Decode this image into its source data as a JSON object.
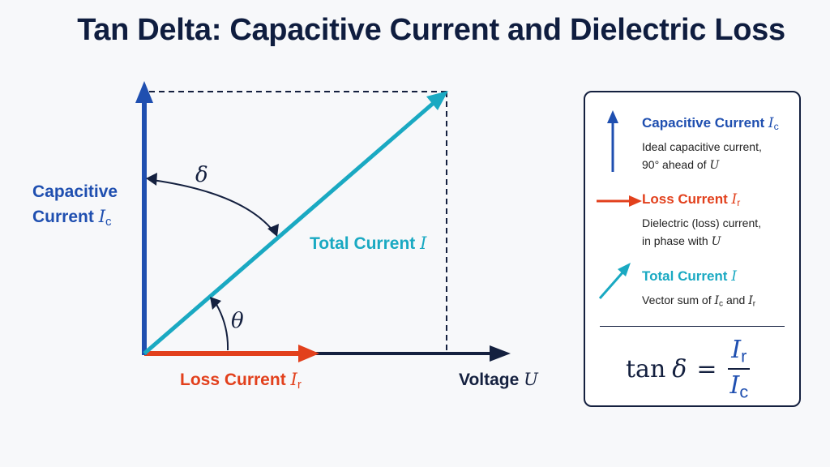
{
  "title": "Tan Delta: Capacitive Current and Dielectric Loss",
  "diagram": {
    "capacitive_label_line1": "Capacitive",
    "capacitive_label_line2": "Current",
    "capacitive_symbol": "I",
    "capacitive_sub": "c",
    "loss_label": "Loss Current",
    "loss_symbol": "I",
    "loss_sub": "r",
    "voltage_label": "Voltage",
    "voltage_symbol": "U",
    "total_label": "Total Current",
    "total_symbol": "I",
    "delta": "δ",
    "theta": "θ",
    "colors": {
      "capacitive": "#1f4fb0",
      "loss": "#e2401c",
      "total": "#1aa9c2",
      "voltage": "#14203f"
    }
  },
  "legend": {
    "items": [
      {
        "title": "Capacitive Current",
        "symbol": "I",
        "sub": "c",
        "desc_line1": "Ideal capacitive current,",
        "desc_line2": "90° ahead of",
        "desc_symbol": "U"
      },
      {
        "title": "Loss Current",
        "symbol": "I",
        "sub": "r",
        "desc_line1": "Dielectric (loss) current,",
        "desc_line2": "in phase with",
        "desc_symbol": "U"
      },
      {
        "title": "Total Current",
        "symbol": "I",
        "desc_prefix": "Vector sum of",
        "desc_sym1": "I",
        "desc_sub1": "c",
        "desc_and": "and",
        "desc_sym2": "I",
        "desc_sub2": "r"
      }
    ],
    "formula": {
      "fn": "tan",
      "delta": "δ",
      "eq": "=",
      "num": "I",
      "num_sub": "r",
      "den": "I",
      "den_sub": "c"
    }
  }
}
